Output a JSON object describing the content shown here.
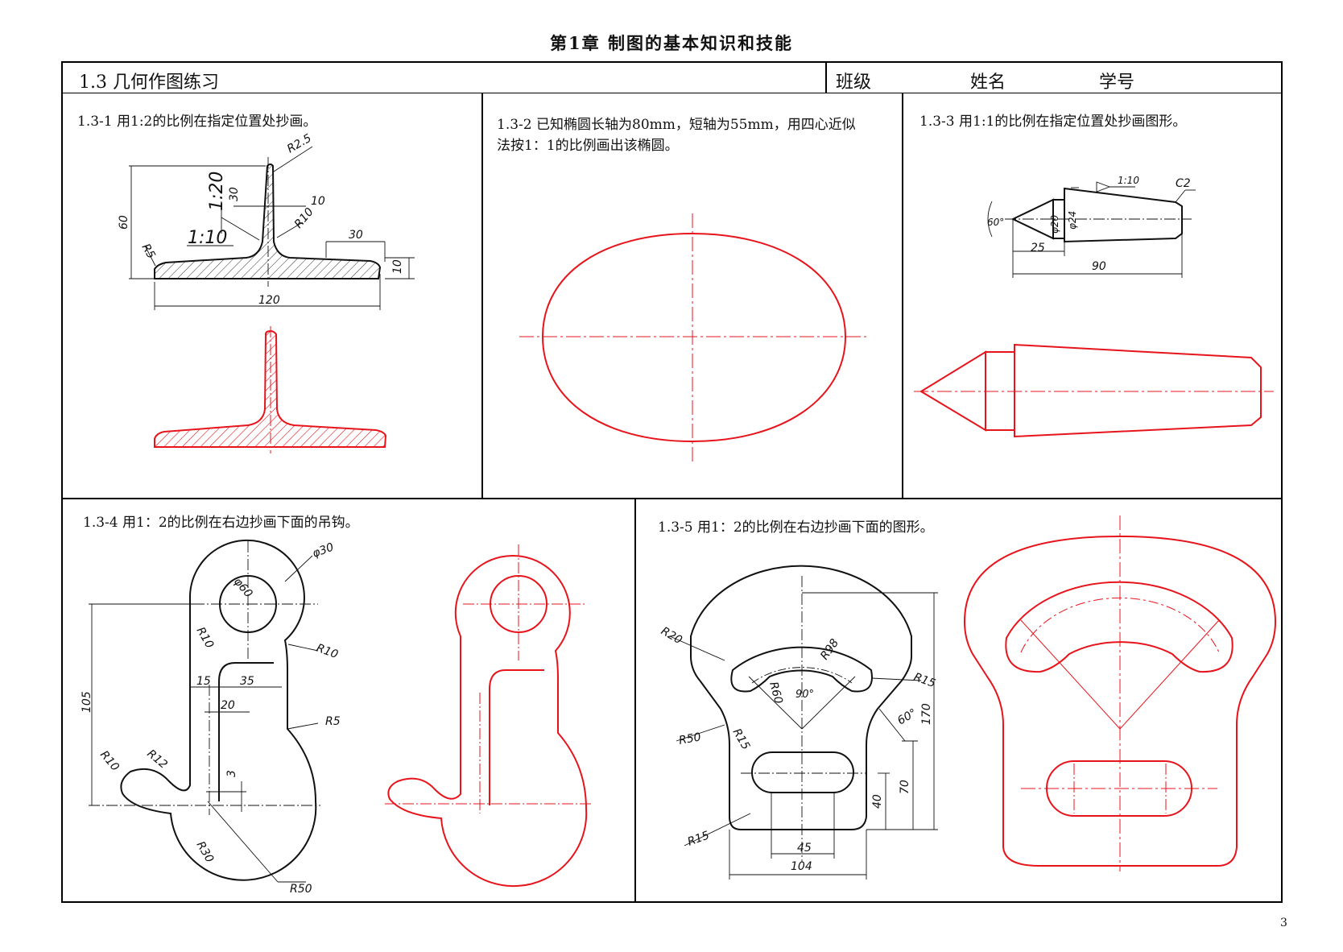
{
  "header": {
    "chapter": "第1章  制图的基本知识和技能",
    "section_title": "1.3 几何作图练习",
    "class_label": "班级",
    "name_label": "姓名",
    "id_label": "学号"
  },
  "exercises": {
    "ex1": {
      "caption": "1.3-1 用1:2的比例在指定位置处抄画。",
      "dims": {
        "r25": "R2.5",
        "d30": "30",
        "slope120": "1:20",
        "d10a": "10",
        "d60": "60",
        "r10": "R10",
        "r5": "R5",
        "slope110": "1:10",
        "d30b": "30",
        "d10b": "10",
        "d120": "120"
      }
    },
    "ex2": {
      "caption_line1": "1.3-2 已知椭圆长轴为80mm，短轴为55mm，用四心近似",
      "caption_line2": "法按1：1的比例画出该椭圆。"
    },
    "ex3": {
      "caption": "1.3-3 用1:1的比例在指定位置处抄画图形。",
      "dims": {
        "taper": "1:10",
        "c2": "C2",
        "a60": "60°",
        "d20": "φ20",
        "d24": "φ24",
        "d25": "25",
        "d90": "90"
      }
    },
    "ex4": {
      "caption": "1.3-4 用1：2的比例在右边抄画下面的吊钩。",
      "dims": {
        "d30": "φ30",
        "d60": "φ60",
        "r10a": "R10",
        "r10b": "R10",
        "d15": "15",
        "d35": "35",
        "d20": "20",
        "d105": "105",
        "r5": "R5",
        "r10c": "R10",
        "r12": "R12",
        "d3": "3",
        "r30": "R30",
        "r50": "R50"
      }
    },
    "ex5": {
      "caption": "1.3-5 用1：2的比例在右边抄画下面的图形。",
      "dims": {
        "r20": "R20",
        "r98": "R98",
        "r60": "R60",
        "a90": "90°",
        "r15a": "R15",
        "a60": "60°",
        "d170": "170",
        "r50": "R50",
        "r15b": "R15",
        "d70": "70",
        "d40": "40",
        "r15c": "R15",
        "d45": "45",
        "d104": "104"
      }
    }
  },
  "page_number": "3",
  "colors": {
    "answer": "#e8141c",
    "ink": "#111111"
  }
}
